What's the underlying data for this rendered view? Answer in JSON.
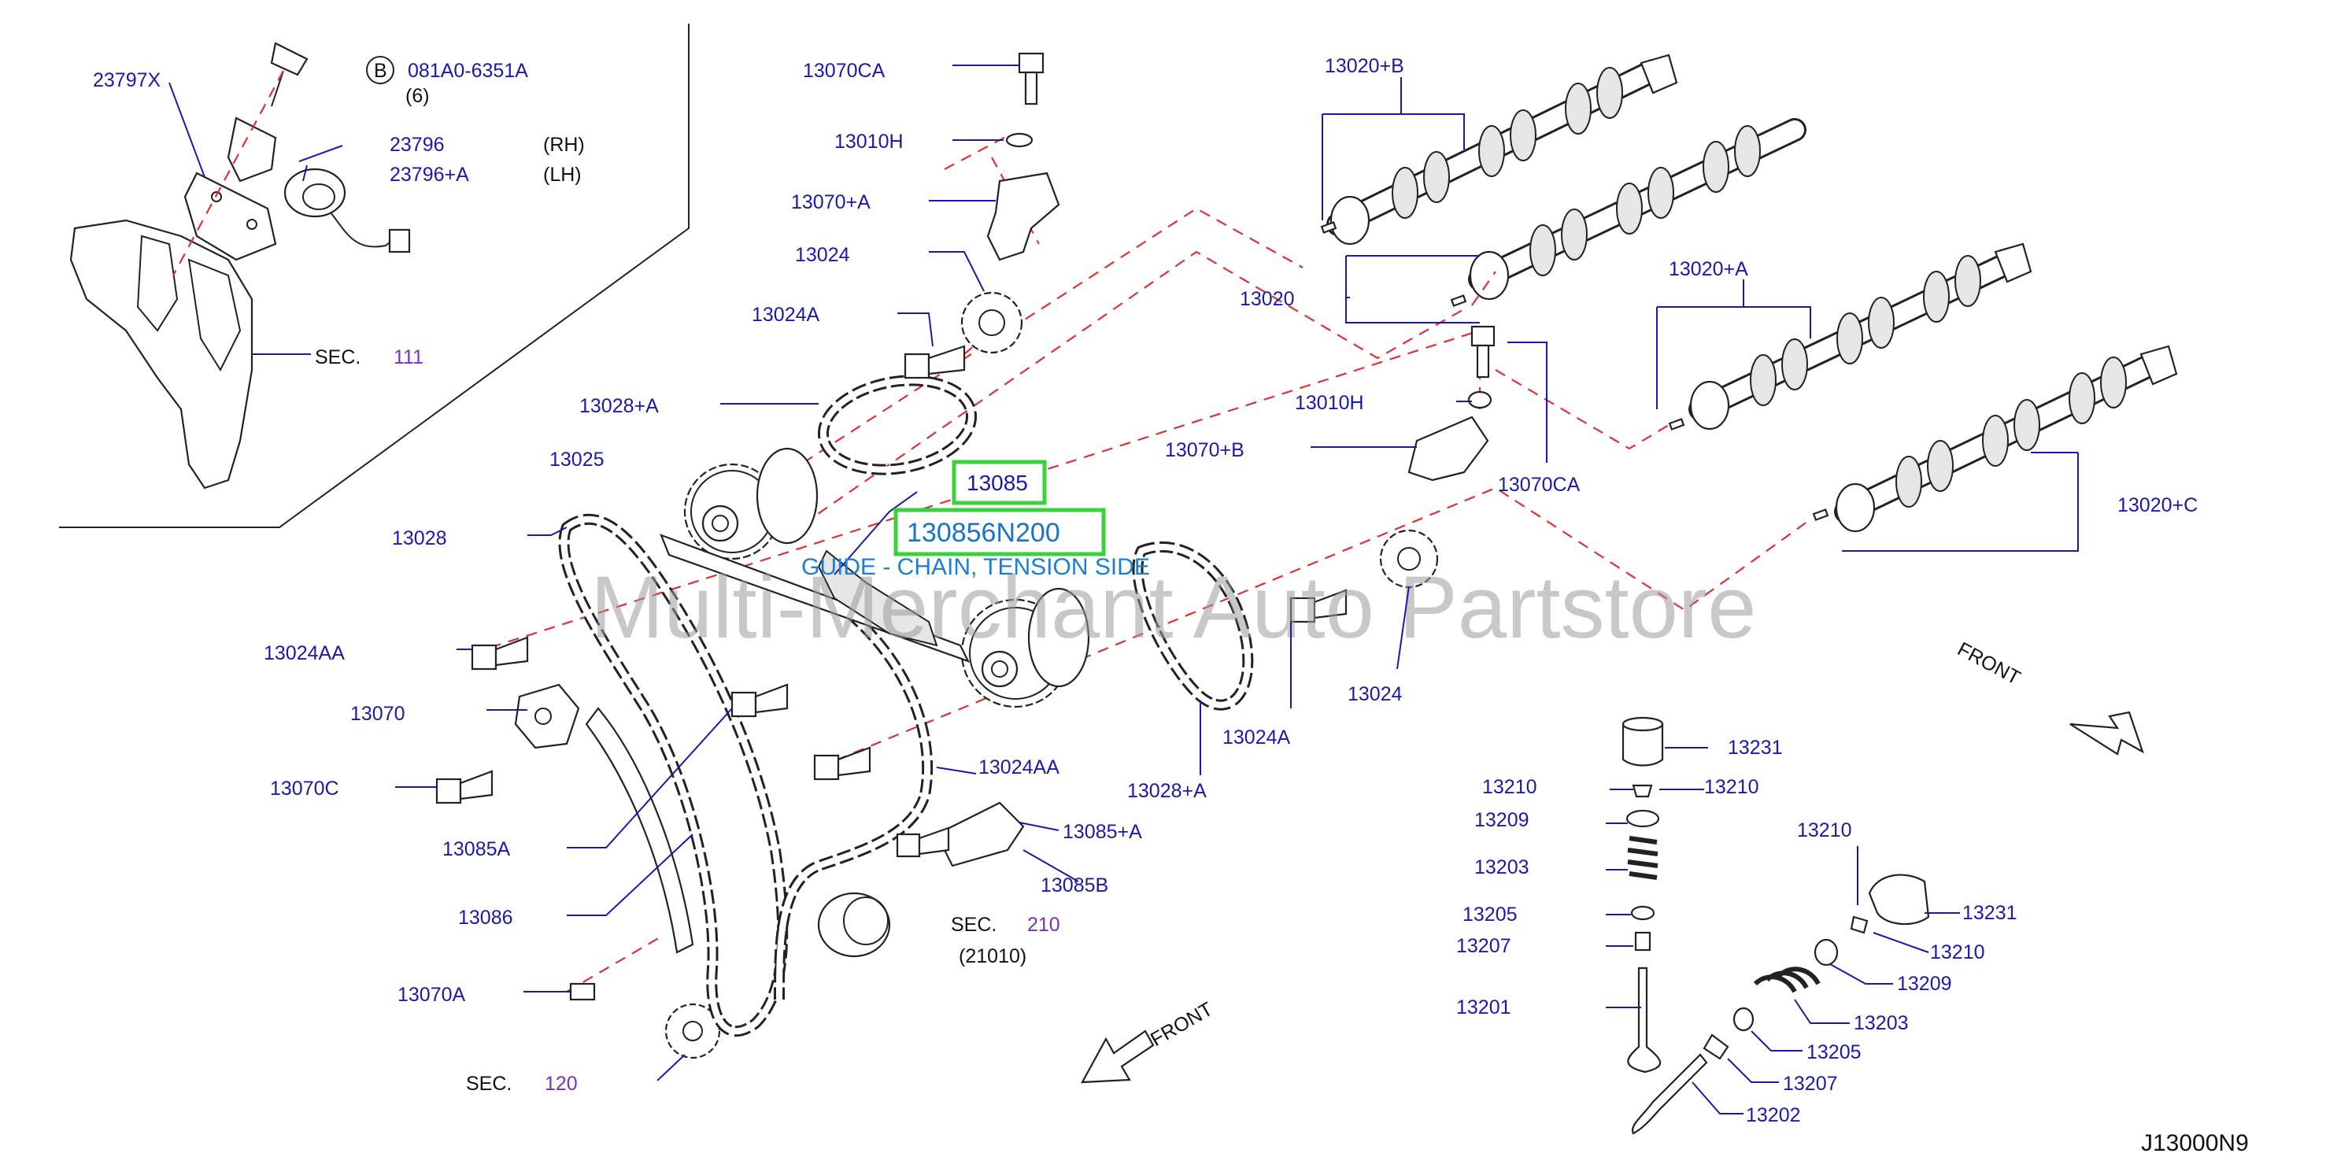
{
  "diagram_code": "J13000N9",
  "watermark": "Multi-Merchant Auto Partstore",
  "highlight": {
    "part": "13085",
    "part_number": "130856N200",
    "obscured_label": "13025",
    "description": "GUIDE - CHAIN, TENSION SIDE"
  },
  "front_labels": [
    "FRONT",
    "FRONT"
  ],
  "bolt_callout": {
    "letter": "B",
    "number": "081A0-6351A",
    "qty": "(6)"
  },
  "sec_refs": {
    "sec_word": "SEC.",
    "sec_111": "111",
    "sec_210": "210",
    "sec_210_sub": "(21010)",
    "sec_120": "120"
  },
  "side_labels": {
    "rh": "(RH)",
    "lh": "(LH)"
  },
  "parts": {
    "p23797x": "23797X",
    "p23796": "23796",
    "p23796a": "23796+A",
    "p13070ca_top": "13070CA",
    "p13010h_top": "13010H",
    "p13070a_plus": "13070+A",
    "p13024_top": "13024",
    "p13024a_top": "13024A",
    "p13028a_top": "13028+A",
    "p13025": "13025",
    "p13028": "13028",
    "p13024aa_left": "13024AA",
    "p13070": "13070",
    "p13070c": "13070C",
    "p13085a": "13085A",
    "p13086": "13086",
    "p13070a": "13070A",
    "p13020b": "13020+B",
    "p13020": "13020",
    "p13010h_mid": "13010H",
    "p13070b": "13070+B",
    "p13070ca_mid": "13070CA",
    "p13020a": "13020+A",
    "p13020c": "13020+C",
    "p13024a_mid": "13024A",
    "p13024_mid": "13024",
    "p13028a_mid": "13028+A",
    "p13024aa_mid": "13024AA",
    "p13085a_plus": "13085+A",
    "p13085b": "13085B",
    "p13231_a": "13231",
    "p13210_a": "13210",
    "p13210_b": "13210",
    "p13209_a": "13209",
    "p13203_a": "13203",
    "p13205_a": "13205",
    "p13207_a": "13207",
    "p13201": "13201",
    "p13210_c": "13210",
    "p13231_b": "13231",
    "p13210_d": "13210",
    "p13209_b": "13209",
    "p13203_b": "13203",
    "p13205_b": "13205",
    "p13207_b": "13207",
    "p13202": "13202"
  }
}
